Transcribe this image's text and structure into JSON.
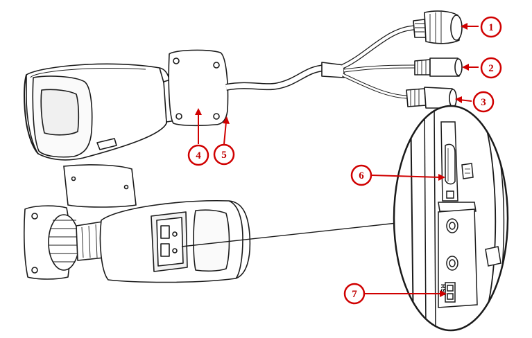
{
  "colors": {
    "callout": "#d00000",
    "line": "#1a1a1a",
    "fill": "#ffffff",
    "shade": "#e8e8e8"
  },
  "callouts": [
    {
      "number": "1",
      "target": "network-connector"
    },
    {
      "number": "2",
      "target": "power-connector"
    },
    {
      "number": "3",
      "target": "audio-alarm-connector"
    },
    {
      "number": "4",
      "target": "adjustment-knob"
    },
    {
      "number": "5",
      "target": "mounting-bracket-screw"
    },
    {
      "number": "6",
      "target": "microsd-card-slot"
    },
    {
      "number": "7",
      "target": "reset-button"
    }
  ],
  "labels": {
    "reset_label": "RST"
  }
}
